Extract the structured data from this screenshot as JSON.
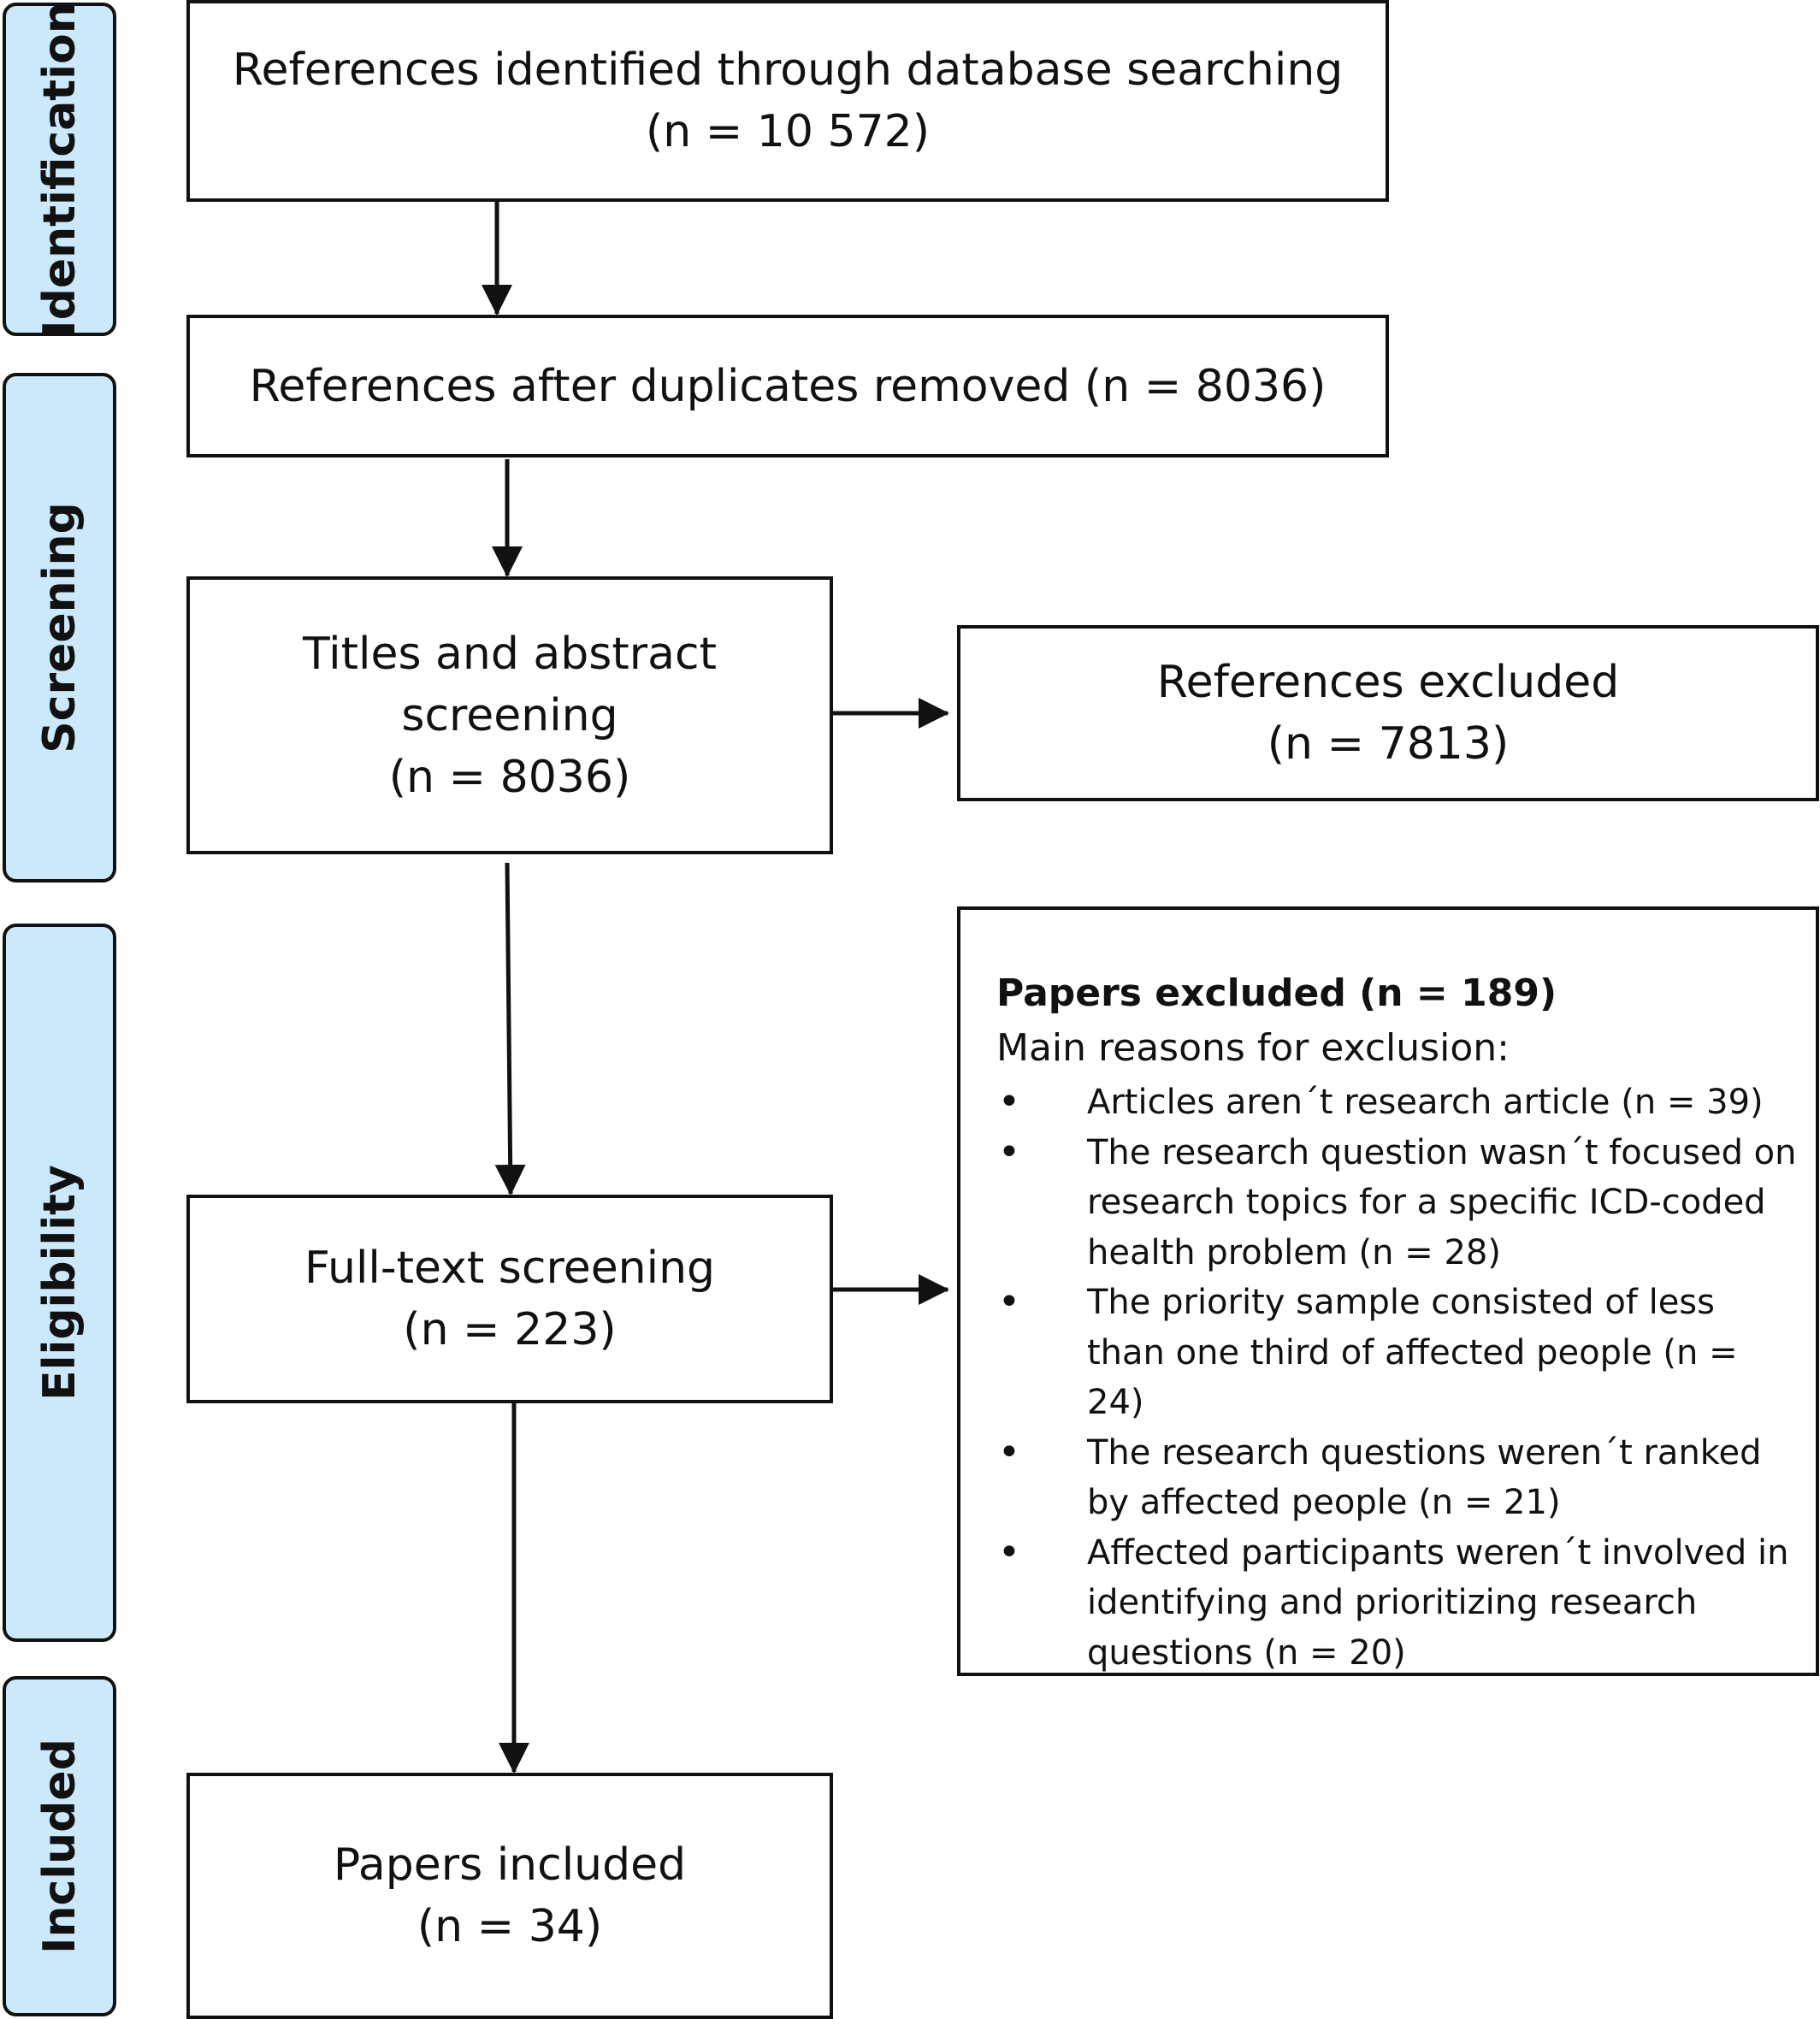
{
  "phases": {
    "identification": "Identification",
    "screening": "Screening",
    "eligibility": "Eligibility",
    "included": "Included"
  },
  "boxes": {
    "identified": {
      "line1": "References identified through database searching",
      "count": "(n = 10 572)"
    },
    "deduplicated": {
      "text": "References after duplicates removed (n = 8036)"
    },
    "title_abstract": {
      "line1": "Titles and abstract",
      "line2": "screening",
      "count": "(n = 8036)"
    },
    "references_excluded": {
      "line1": "References excluded",
      "count": "(n = 7813)"
    },
    "full_text": {
      "line1": "Full-text screening",
      "count": "(n = 223)"
    },
    "papers_included": {
      "line1": "Papers included",
      "count": "(n = 34)"
    }
  },
  "papers_excluded": {
    "title": "Papers excluded (n = 189)",
    "subtitle": "Main reasons for exclusion:",
    "reasons": [
      "Articles aren´t research article (n = 39)",
      "The research question wasn´t focused on research topics for a specific ICD-coded health problem (n = 28)",
      "The priority sample consisted of less than one third of affected people (n = 24)",
      "The research questions weren´t ranked by affected people (n = 21)",
      "Affected participants weren´t involved in identifying and prioritizing research questions (n = 20)"
    ]
  },
  "colors": {
    "phase_fill": "#cce9fb",
    "stroke": "#111111",
    "box_fill": "#ffffff"
  }
}
